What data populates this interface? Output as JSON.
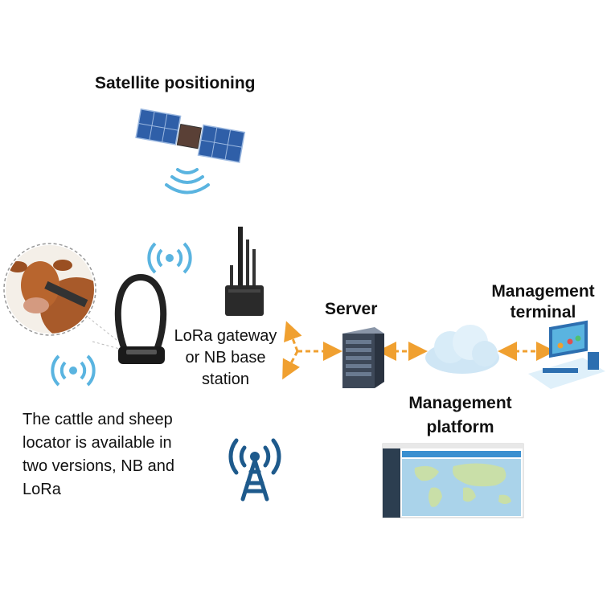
{
  "labels": {
    "satellite": "Satellite positioning",
    "gateway_line1": "LoRa gateway",
    "gateway_line2": "or NB base",
    "gateway_line3": "station",
    "server": "Server",
    "terminal_line1": "Management",
    "terminal_line2": "terminal",
    "platform_line1": "Management",
    "platform_line2": "platform",
    "locator_line1": "The cattle and sheep",
    "locator_line2": "locator is available in",
    "locator_line3": "two versions, NB and",
    "locator_line4": "LoRa"
  },
  "colors": {
    "arrow": "#f0a030",
    "signal": "#5ab4e0",
    "tower": "#1e5a8c",
    "cloud": "#cfe6f5"
  },
  "icons": [
    "satellite-icon",
    "wireless-signal-icon",
    "cow-image",
    "collar-device-icon",
    "gateway-antenna-icon",
    "server-icon",
    "cloud-icon",
    "computer-terminal-icon",
    "map-dashboard-screenshot",
    "radio-tower-icon"
  ]
}
